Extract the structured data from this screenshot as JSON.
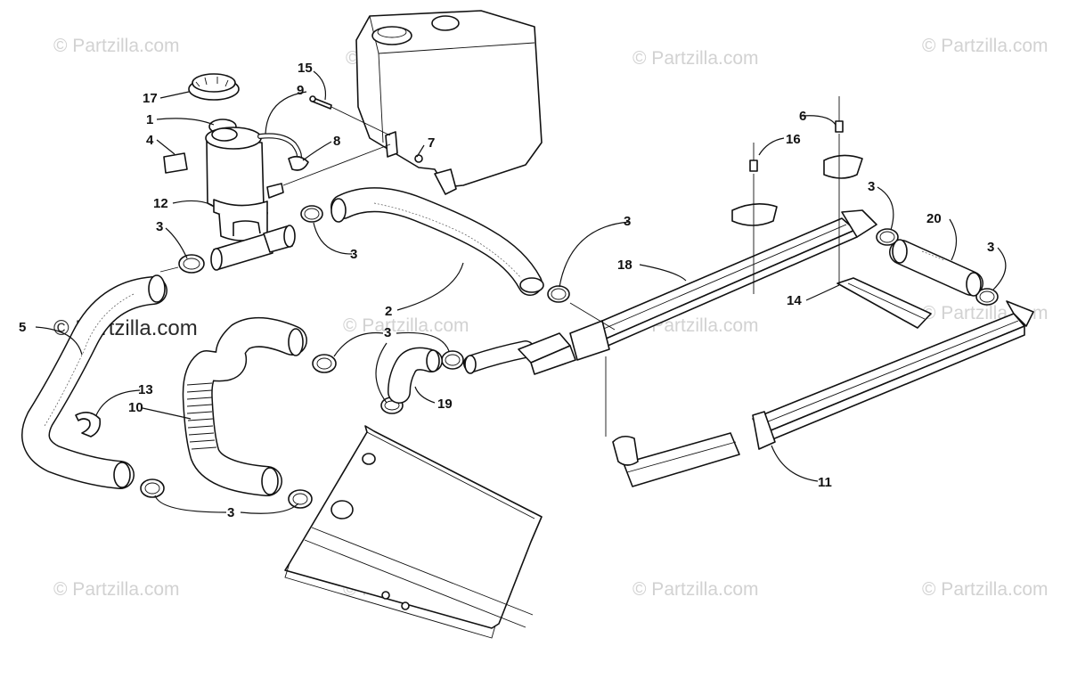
{
  "watermark": {
    "small": "© Partzilla.com",
    "large": "© Partzilla.com"
  },
  "callouts": {
    "n1": "1",
    "n2": "2",
    "n3": "3",
    "n4": "4",
    "n5": "5",
    "n6": "6",
    "n7": "7",
    "n8": "8",
    "n9": "9",
    "n10": "10",
    "n11": "11",
    "n12": "12",
    "n13": "13",
    "n14": "14",
    "n15": "15",
    "n16": "16",
    "n17": "17",
    "n18": "18",
    "n19": "19",
    "n20": "20"
  }
}
